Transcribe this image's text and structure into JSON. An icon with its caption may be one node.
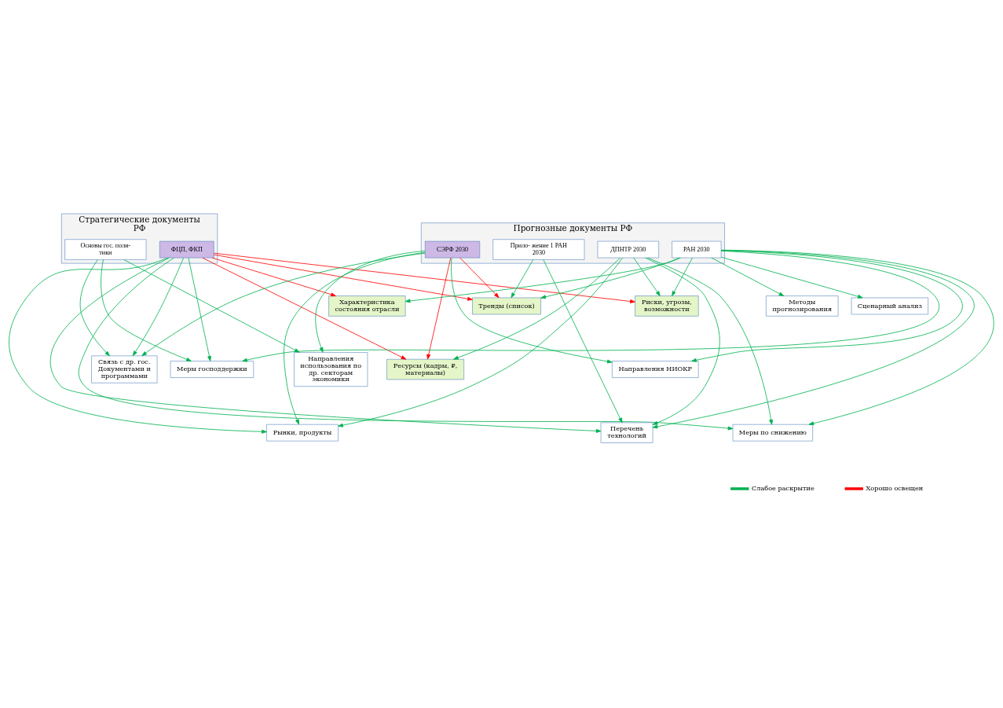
{
  "diagram": {
    "nodes": [
      {
        "text": [
          "Стратегические документы РФ"
        ]
      },
      {
        "text": [
          "Основы гос. поли- тики"
        ],
        "in": 0
      },
      {
        "text": [
          "ФЦП, ФКП"
        ],
        "in": 0
      },
      {
        "text": [
          "Прогнозные документы РФ"
        ]
      },
      {
        "text": [
          "ДПНТР 2030"
        ],
        "in": 3
      },
      {
        "text": [
          "СЭРФ 2030"
        ],
        "in": 3
      },
      {
        "text": [
          "РАН 2030"
        ],
        "in": 3
      },
      {
        "text": [
          "Прило- жение 1 РАН 2030"
        ],
        "in": 3
      },
      {
        "text": [
          "Методы прогнозирования"
        ]
      },
      {
        "text": [
          "Сценарный анализ"
        ]
      },
      {
        "text": [
          "Характеристика состояния отрасли"
        ]
      },
      {
        "text": [
          "Тренды (список)"
        ]
      },
      {
        "text": [
          "Риски, угрозы, возможности"
        ]
      },
      {
        "text": [
          "Меры по снижению"
        ]
      },
      {
        "text": [
          "Рынки, продукты"
        ]
      },
      {
        "text": [
          "Перечень технологий"
        ]
      },
      {
        "text": [
          "Меры господдержки"
        ]
      },
      {
        "text": [
          "Ресурсы (кадры, ₽, материалы)"
        ]
      },
      {
        "text": [
          "Направления использования по др. секторам экономики"
        ]
      },
      {
        "text": [
          "Связь с др. гос. Документами и программами"
        ]
      },
      {
        "text": [
          "Направления НИОКР"
        ]
      }
    ],
    "edges": [
      {
        "from": 1,
        "to": 16,
        "arrow": "to"
      },
      {
        "from": 1,
        "to": 18,
        "arrow": "to"
      },
      {
        "from": 1,
        "to": 19,
        "arrow": "to"
      },
      {
        "from": 2,
        "to": 10,
        "arrow": "to",
        "color": "#ff0000"
      },
      {
        "from": 2,
        "to": 11,
        "arrow": "to",
        "color": "#ff0000"
      },
      {
        "from": 2,
        "to": 12,
        "arrow": "to",
        "color": "#ff0000"
      },
      {
        "from": 2,
        "to": 17,
        "arrow": "to",
        "color": "#ff0000"
      },
      {
        "from": 2,
        "to": 13,
        "arrow": "to"
      },
      {
        "from": 2,
        "to": 14,
        "arrow": "to"
      },
      {
        "from": 2,
        "to": 15,
        "arrow": "to"
      },
      {
        "from": 2,
        "to": 16,
        "arrow": "to"
      },
      {
        "from": 2,
        "to": 19,
        "arrow": "to"
      },
      {
        "from": 4,
        "to": 12,
        "arrow": "to"
      },
      {
        "from": 4,
        "to": 13,
        "arrow": "to"
      },
      {
        "from": 4,
        "to": 14,
        "arrow": "to"
      },
      {
        "from": 4,
        "to": 15,
        "arrow": "to"
      },
      {
        "from": 4,
        "to": 17,
        "arrow": "to"
      },
      {
        "from": 5,
        "to": 11,
        "arrow": "to",
        "color": "#ff0000"
      },
      {
        "from": 5,
        "to": 17,
        "arrow": "to",
        "color": "#ff0000"
      },
      {
        "from": 5,
        "to": 14,
        "arrow": "to"
      },
      {
        "from": 5,
        "to": 18,
        "arrow": "to"
      },
      {
        "from": 5,
        "to": 19,
        "arrow": "to"
      },
      {
        "from": 5,
        "to": 20,
        "arrow": "to"
      },
      {
        "from": 6,
        "to": 8,
        "arrow": "to"
      },
      {
        "from": 6,
        "to": 9,
        "arrow": "to"
      },
      {
        "from": 6,
        "to": 10,
        "arrow": "to"
      },
      {
        "from": 6,
        "to": 11,
        "arrow": "to"
      },
      {
        "from": 6,
        "to": 12,
        "arrow": "to"
      },
      {
        "from": 6,
        "to": 13,
        "arrow": "to"
      },
      {
        "from": 6,
        "to": 15,
        "arrow": "to"
      },
      {
        "from": 6,
        "to": 16,
        "arrow": "to"
      },
      {
        "from": 6,
        "to": 20,
        "arrow": "to"
      },
      {
        "from": 7,
        "to": 11,
        "arrow": "to"
      },
      {
        "from": 7,
        "to": 15,
        "arrow": "to"
      }
    ],
    "legend": [
      {
        "text": "Слабое раскрытие",
        "color": "#00b050"
      },
      {
        "text": "Хорошо освещен",
        "color": "#ff0000"
      }
    ]
  }
}
